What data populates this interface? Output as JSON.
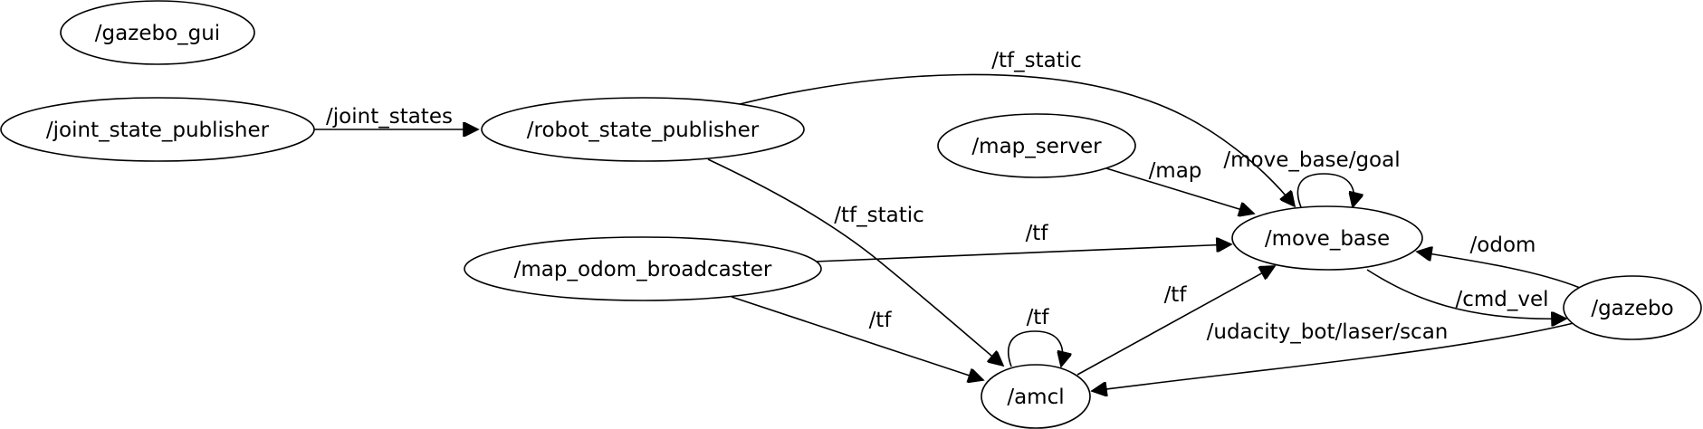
{
  "colors": {
    "stroke": "#000000",
    "fill": "#ffffff",
    "text": "#000000"
  },
  "nodes": {
    "gazebo_gui": "/gazebo_gui",
    "joint_state_publisher": "/joint_state_publisher",
    "robot_state_publisher": "/robot_state_publisher",
    "map_server": "/map_server",
    "map_odom_broadcaster": "/map_odom_broadcaster",
    "move_base": "/move_base",
    "amcl": "/amcl",
    "gazebo": "/gazebo"
  },
  "edges": {
    "joint_states": "/joint_states",
    "tf_static_to_move_base": "/tf_static",
    "tf_static_to_amcl": "/tf_static",
    "map": "/map",
    "move_base_goal": "/move_base/goal",
    "tf_map_odom_to_move_base": "/tf",
    "tf_map_odom_to_amcl": "/tf",
    "tf_amcl_self": "/tf",
    "tf_amcl_to_move_base": "/tf",
    "odom": "/odom",
    "cmd_vel": "/cmd_vel",
    "laser_scan": "/udacity_bot/laser/scan"
  }
}
